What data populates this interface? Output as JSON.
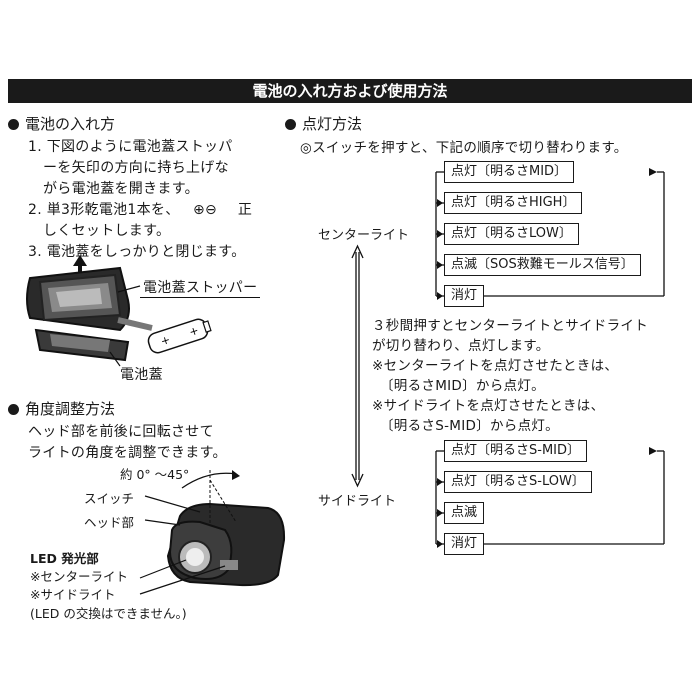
{
  "banner": "電池の入れ方および使用方法",
  "battery": {
    "heading": "電池の入れ方",
    "steps": [
      "1. 下図のように電池蓋ストッパ",
      "ーを矢印の方向に持ち上げな",
      "がら電池蓋を開きます。",
      "2. 単3形乾電池1本を、",
      "しくセットします。",
      "3. 電池蓋をしっかりと閉じます。"
    ],
    "polarity_suffix": "正",
    "label_stopper": "電池蓋ストッパー",
    "label_cover": "電池蓋"
  },
  "angle": {
    "heading": "角度調整方法",
    "lines": [
      "ヘッド部を前後に回転させて",
      "ライトの角度を調整できます。"
    ],
    "range": "約 0°  〜45°",
    "label_switch": "スイッチ",
    "label_head": "ヘッド部",
    "led_title": "LED 発光部",
    "led_center": "※センターライト",
    "led_side": "※サイドライト",
    "led_note": "(LED の交換はできません。)"
  },
  "lighting": {
    "heading": "点灯方法",
    "intro": "◎スイッチを押すと、下記の順序で切り替わります。",
    "center_label": "センターライト",
    "side_label": "サイドライト",
    "center_modes": [
      "点灯〔明るさMID〕",
      "点灯〔明るさHIGH〕",
      "点灯〔明るさLOW〕",
      "点滅〔SOS救難モールス信号〕",
      "消灯"
    ],
    "side_modes": [
      "点灯〔明るさS-MID〕",
      "点灯〔明るさS-LOW〕",
      "点滅",
      "消灯"
    ],
    "notes": [
      "３秒間押すとセンターライトとサイドライト",
      "が切り替わり、点灯します。",
      "※センターライトを点灯させたときは、",
      "〔明るさMID〕から点灯。",
      "※サイドライトを点灯させたときは、",
      "〔明るさS-MID〕から点灯。"
    ]
  }
}
